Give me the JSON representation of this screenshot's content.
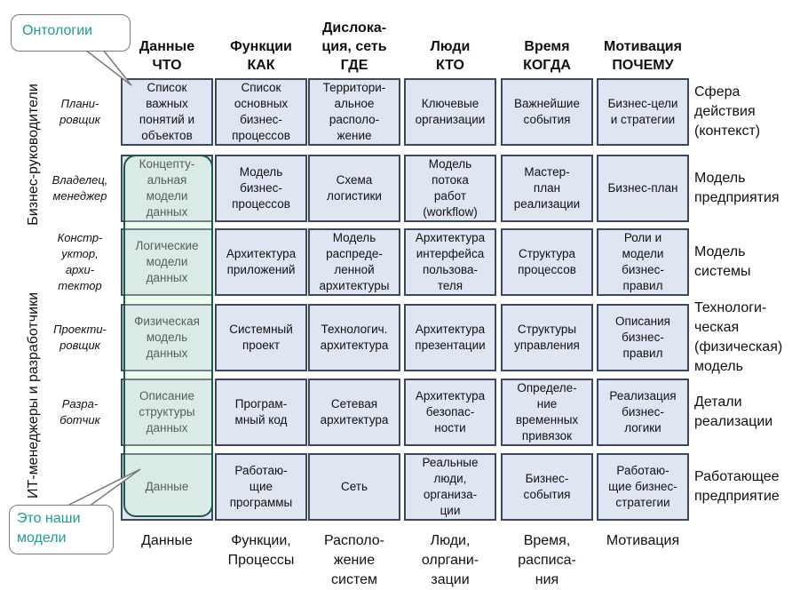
{
  "column_headers": [
    "Данные\nЧТО",
    "Функции\nКАК",
    "Дислока-\nция, сеть\nГДЕ",
    "Люди\nКТО",
    "Время\nКОГДА",
    "Мотивация\nПОЧЕМУ"
  ],
  "row_labels": [
    "Плани-\nровщик",
    "Владелец,\nменеджер",
    "Констр-\nуктор,\nархи-\nтектор",
    "Проекти-\nровщик",
    "Разра-\nботчик",
    ""
  ],
  "right_labels": [
    "Сфера\nдействия\n(контекст)",
    "Модель\nпредприятия",
    "Модель\nсистемы",
    "Технологи-\nческая\n(физическая)\nмодель",
    "Детали\nреализации",
    "Работающее\nпредприятие"
  ],
  "cells": [
    [
      "Список\nважных\nпонятий и\nобъектов",
      "Список\nосновных\nбизнес-\nпроцессов",
      "Территори-\nальное\nрасполо-\nжение",
      "Ключевые\nорганизации",
      "Важнейшие\nсобытия",
      "Бизнес-цели\nи стратегии"
    ],
    [
      "Концепту-\nальная\nмодели\nданных",
      "Модель\nбизнес-\nпроцессов",
      "Схема\nлогистики",
      "Модель\nпотока\nработ\n(workflow)",
      "Мастер-\nплан\nреализации",
      "Бизнес-план"
    ],
    [
      "Логические\nмодели\nданных",
      "Архитектура\nприложений",
      "Модель\nраспреде-\nленной\nархитектуры",
      "Архитектура\nинтерфейса\nпользова-\nтеля",
      "Структура\nпроцессов",
      "Роли и\nмодели\nбизнес-\nправил"
    ],
    [
      "Физическая\nмодель\nданных",
      "Системный\nпроект",
      "Технологич.\nархитектура",
      "Архитектура\nпрезентации",
      "Структуры\nуправления",
      "Описания\nбизнес-\nправил"
    ],
    [
      "Описание\nструктуры\nданных",
      "Програм-\nмный код",
      "Сетевая\nархитектура",
      "Архитектура\nбезопас-\nности",
      "Определе-\nние\nвременных\nпривязок",
      "Реализация\nбизнес-\nлогики"
    ],
    [
      "Данные",
      "Работаю-\nщие\nпрограммы",
      "Сеть",
      "Реальные\nлюди,\nорганиза-\nции",
      "Бизнес-\nсобытия",
      "Работаю-\nщие бизнес-\nстратегии"
    ]
  ],
  "footer_labels": [
    "Данные",
    "Функции,\nПроцессы",
    "Располо-\nжение\nсистем",
    "Люди,\nолргани-\nзации",
    "Время,\nрасписа-\nния",
    "Мотивация"
  ],
  "side_labels": {
    "business": "Бизнес-руководители",
    "it": "ИТ-менеджеры и разработчики"
  },
  "callouts": {
    "top": "Онтологии",
    "bottom": "Это наши\nмодели"
  },
  "colors": {
    "cell_fill": "#dfe6f1",
    "cell_border": "#3b4a62",
    "callout_text": "#1c9e8c",
    "highlight_border": "#1b5a49"
  }
}
